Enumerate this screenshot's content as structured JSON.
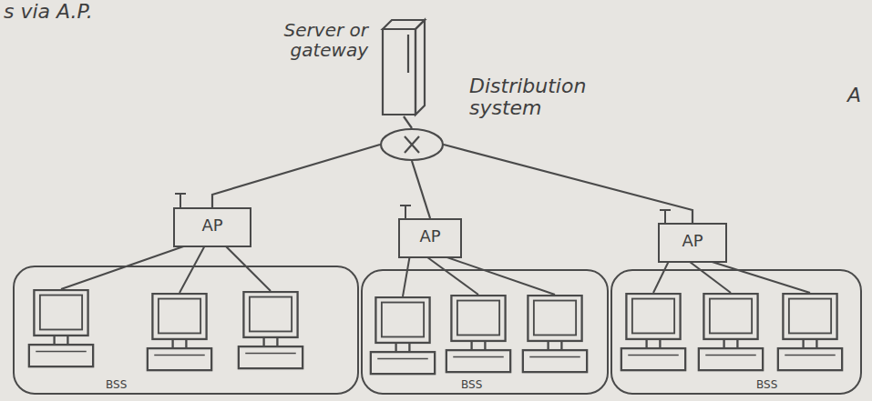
{
  "diagram": {
    "nodes": [
      {
        "text": [
          "Server or gateway"
        ]
      },
      {
        "text": [
          "Distribution system"
        ]
      },
      {
        "text": [
          "AP"
        ]
      },
      {
        "text": [
          "AP"
        ]
      },
      {
        "text": [
          "AP"
        ]
      },
      {
        "text": [
          "BSS"
        ]
      },
      {
        "text": [
          "BSS"
        ]
      },
      {
        "text": [
          "BSS"
        ]
      }
    ],
    "edges": [
      {
        "from": 0,
        "to": 1,
        "arrow": "none"
      },
      {
        "from": 1,
        "to": 2,
        "arrow": "none"
      },
      {
        "from": 1,
        "to": 3,
        "arrow": "none"
      },
      {
        "from": 1,
        "to": 4,
        "arrow": "none"
      }
    ],
    "labels": [
      "s via A.P.",
      "A"
    ]
  }
}
